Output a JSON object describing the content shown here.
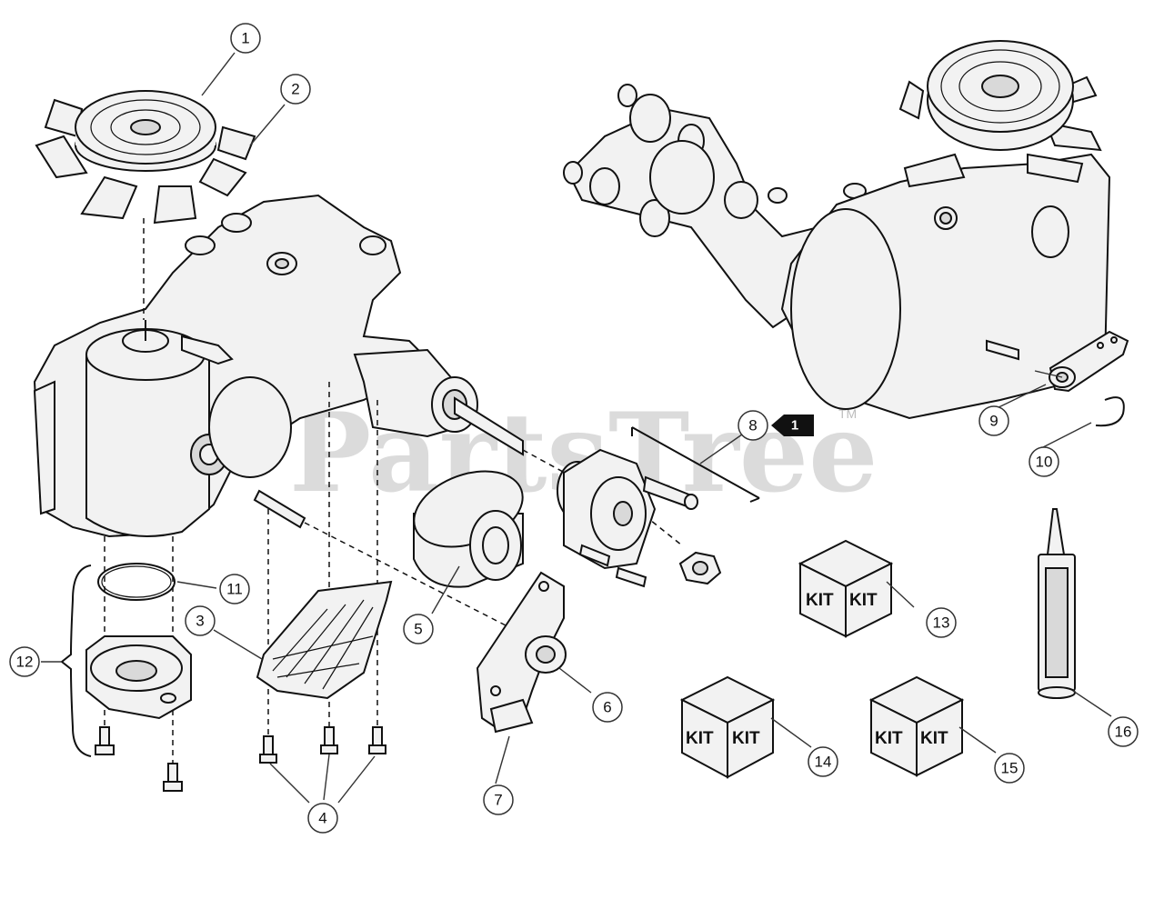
{
  "watermark": {
    "brand": "PartsTree",
    "trademark": "TM"
  },
  "callouts": [
    {
      "id": "c1",
      "label": "1"
    },
    {
      "id": "c2",
      "label": "2"
    },
    {
      "id": "c3",
      "label": "3"
    },
    {
      "id": "c4",
      "label": "4"
    },
    {
      "id": "c5",
      "label": "5"
    },
    {
      "id": "c6",
      "label": "6"
    },
    {
      "id": "c7",
      "label": "7"
    },
    {
      "id": "c8",
      "label": "8"
    },
    {
      "id": "c9",
      "label": "9"
    },
    {
      "id": "c10",
      "label": "10"
    },
    {
      "id": "c11",
      "label": "11"
    },
    {
      "id": "c12",
      "label": "12"
    },
    {
      "id": "c13",
      "label": "13"
    },
    {
      "id": "c14",
      "label": "14"
    },
    {
      "id": "c15",
      "label": "15"
    },
    {
      "id": "c16",
      "label": "16"
    }
  ],
  "flag": {
    "label": "1"
  },
  "kits": [
    {
      "left": "KIT",
      "right": "KIT"
    },
    {
      "left": "KIT",
      "right": "KIT"
    },
    {
      "left": "KIT",
      "right": "KIT"
    }
  ]
}
